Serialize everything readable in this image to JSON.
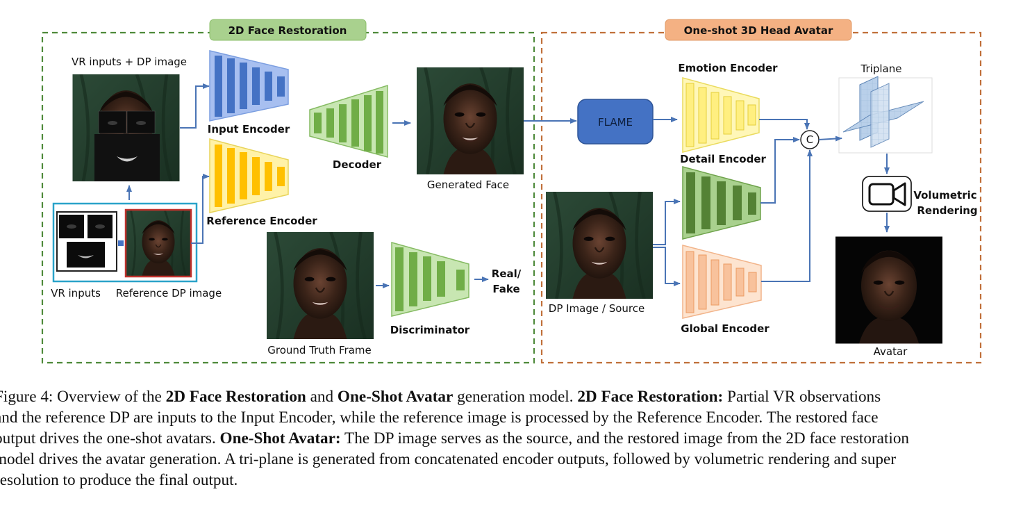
{
  "sections": {
    "restoration_title": "2D Face Restoration",
    "avatar_title": "One-shot 3D Head Avatar"
  },
  "labels": {
    "vr_dp_input": "VR inputs + DP image",
    "input_encoder": "Input Encoder",
    "reference_encoder": "Reference Encoder",
    "decoder": "Decoder",
    "generated_face": "Generated Face",
    "vr_inputs": "VR inputs",
    "reference_dp": "Reference DP image",
    "ground_truth": "Ground Truth Frame",
    "discriminator": "Discriminator",
    "real": "Real/",
    "fake": "Fake",
    "flame": "FLAME",
    "emotion_encoder": "Emotion Encoder",
    "detail_encoder": "Detail Encoder",
    "global_encoder": "Global Encoder",
    "dp_source": "DP Image / Source",
    "concat": "C",
    "triplane": "Triplane",
    "volumetric": "Volumetric",
    "rendering": "Rendering",
    "avatar": "Avatar"
  },
  "colors": {
    "restoration_border": "#4e8a3a",
    "avatar_border": "#c0703a",
    "restoration_header": "#a9d18e",
    "avatar_header": "#f4b183",
    "arrow": "#4a74b5",
    "flame_fill": "#4472c4"
  },
  "caption": {
    "lines": [
      [
        {
          "t": "Figure 4: Overview of the ",
          "b": false
        },
        {
          "t": "2D Face Restoration",
          "b": true
        },
        {
          "t": " and ",
          "b": false
        },
        {
          "t": "One-Shot Avatar",
          "b": true
        },
        {
          "t": " generation model. ",
          "b": false
        },
        {
          "t": "2D Face Restoration:",
          "b": true
        },
        {
          "t": " Partial VR observations",
          "b": false
        }
      ],
      [
        {
          "t": "and the reference DP are inputs to the Input Encoder, while the reference image is processed by the Reference Encoder. The restored face",
          "b": false
        }
      ],
      [
        {
          "t": "output drives the one-shot avatars. ",
          "b": false
        },
        {
          "t": "One-Shot Avatar:",
          "b": true
        },
        {
          "t": " The DP image serves as the source, and the restored image from the 2D face restoration",
          "b": false
        }
      ],
      [
        {
          "t": "model drives the avatar generation. A tri-plane is generated from concatenated encoder outputs, followed by volumetric rendering and super",
          "b": false
        }
      ],
      [
        {
          "t": "resolution to produce the final output.",
          "b": false
        }
      ]
    ]
  }
}
